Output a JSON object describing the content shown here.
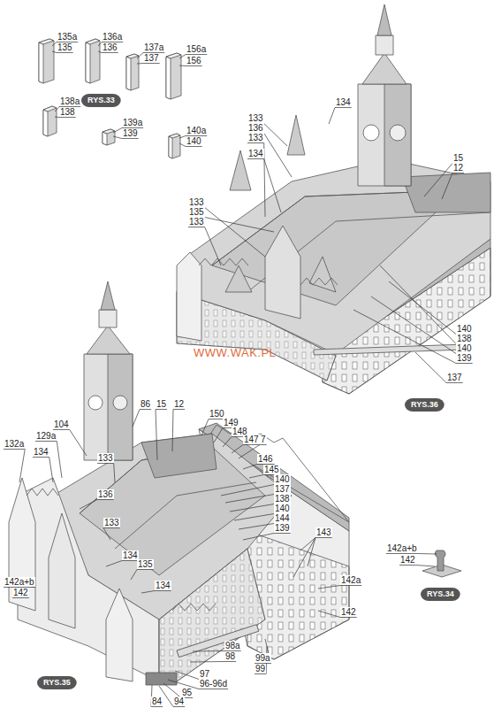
{
  "diagram": {
    "nodes": [
      {
        "text": [
          "RYS.33"
        ]
      },
      {
        "text": [
          "RYS.36"
        ]
      },
      {
        "text": [
          "RYS.34"
        ]
      },
      {
        "text": [
          "RYS.35"
        ]
      }
    ],
    "labels": [
      "135a",
      "135",
      "136a",
      "136",
      "137a",
      "137",
      "156a",
      "156",
      "138a",
      "138",
      "139a",
      "139",
      "140a",
      "140",
      "133",
      "136",
      "133",
      "134",
      "134",
      "133",
      "135",
      "133",
      "15",
      "12",
      "140",
      "138",
      "140",
      "139",
      "137",
      "WWW.WAK.PL",
      "86",
      "15",
      "12",
      "150",
      "149",
      "148",
      "147",
      "7",
      "146",
      "145",
      "140",
      "137",
      "138",
      "140",
      "144",
      "139",
      "143",
      "104",
      "132a",
      "129a",
      "134",
      "133",
      "136",
      "133",
      "134",
      "135",
      "134",
      "142a",
      "142",
      "142a+b",
      "142",
      "98a",
      "98",
      "99a",
      "99",
      "97",
      "96-96d",
      "95",
      "94",
      "84",
      "142a+b",
      "142"
    ]
  }
}
